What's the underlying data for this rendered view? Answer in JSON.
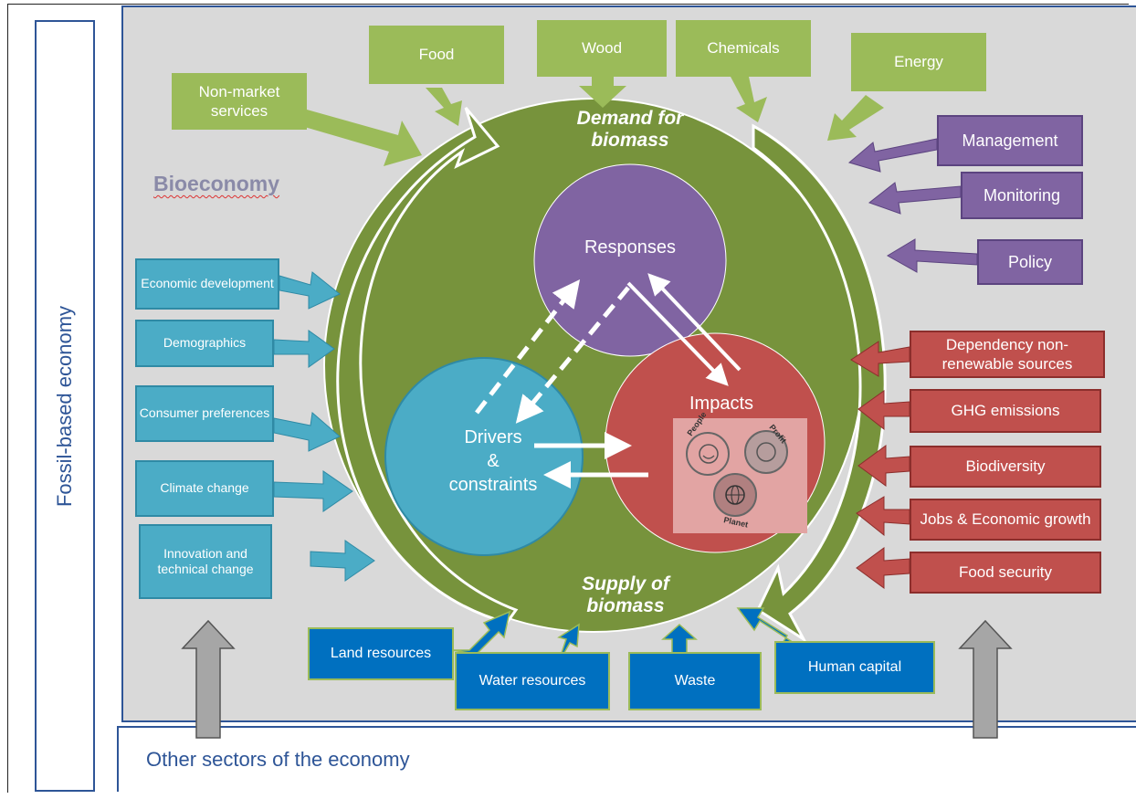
{
  "side": {
    "fossil": "Fossil-based economy",
    "other_sectors": "Other sectors of the economy"
  },
  "bioeconomy": "Bioeconomy",
  "ring": {
    "demand": "Demand for biomass",
    "supply": "Supply of biomass"
  },
  "core": {
    "responses": "Responses",
    "drivers": "Drivers\n&\nconstraints",
    "impacts": "Impacts"
  },
  "mini_circles": {
    "people": "People",
    "profit": "Profit",
    "planet": "Planet"
  },
  "demand_items": [
    "Non-market services",
    "Food",
    "Wood",
    "Chemicals",
    "Energy"
  ],
  "response_items": [
    "Management",
    "Monitoring",
    "Policy"
  ],
  "driver_items": [
    "Economic development",
    "Demographics",
    "Consumer preferences",
    "Climate change",
    "Innovation and technical change"
  ],
  "impact_items": [
    "Dependency non-renewable sources",
    "GHG emissions",
    "Biodiversity",
    "Jobs & Economic growth",
    "Food security"
  ],
  "supply_items": [
    "Land resources",
    "Water resources",
    "Waste",
    "Human capital"
  ],
  "colors": {
    "green": "#9bbb59",
    "ring": "#77933c",
    "purple": "#8064a2",
    "red": "#c0504d",
    "teal": "#4bacc6",
    "blue": "#0070c0",
    "frame": "#2e5597"
  }
}
